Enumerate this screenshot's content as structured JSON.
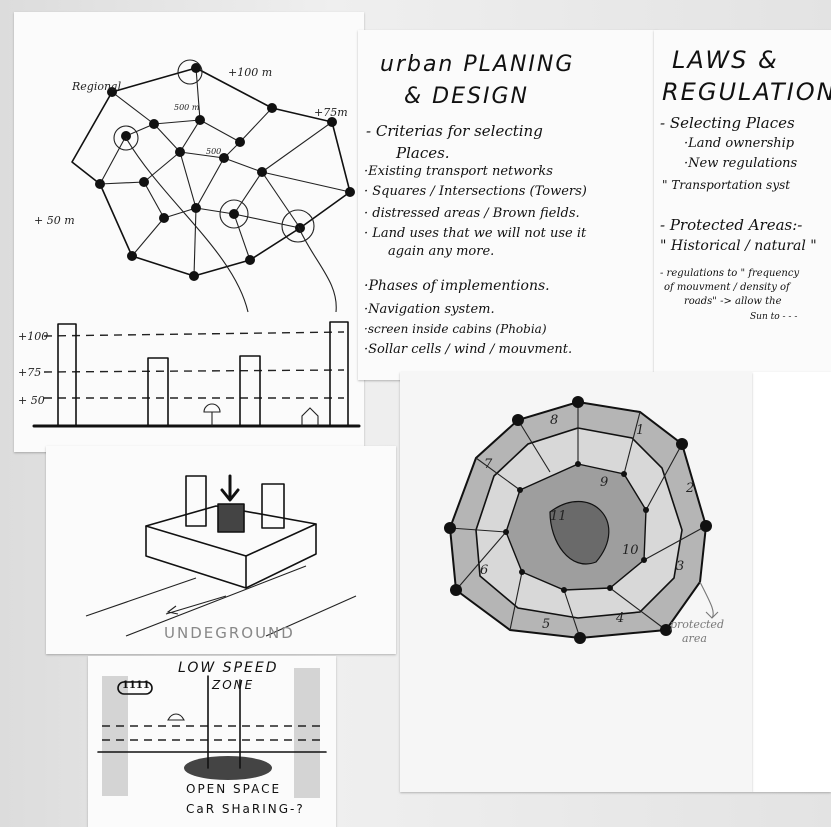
{
  "network_sketch": {
    "labels": {
      "regional": "Regional",
      "p100": "+100 m",
      "p75": "+75m",
      "p50": "+ 50 m",
      "d500": "500 m",
      "d500b": "500"
    }
  },
  "section_sketch": {
    "levels": [
      "+100",
      "+75",
      "+ 50"
    ]
  },
  "urban_note": {
    "title_line1": "urban PLANING",
    "title_line2": "& DESIGN",
    "lines": [
      "- Criterias for selecting",
      "Places.",
      "·Existing transport networks",
      "· Squares / Intersections (Towers)",
      "· distressed areas / Brown fields.",
      "· Land uses that we will not use it",
      "again any more.",
      "·Phases of implementions.",
      "·Navigation system.",
      "·screen inside cabins (Phobia)",
      "·Sollar cells / wind / mouvment."
    ]
  },
  "laws_note": {
    "title_line1": "LAWS &",
    "title_line2": "REGULATION",
    "lines": [
      "- Selecting Places",
      "·Land ownership",
      "·New regulations",
      "\" Transportation syst",
      "- Protected Areas:-",
      "\" Historical / natural \"",
      "- regulations to \" frequency",
      "of mouvment / density of",
      "roads\" -> allow the",
      "Sun to - - -"
    ]
  },
  "underground_sketch": {
    "caption": "UNDEGROUND"
  },
  "zone_sketch": {
    "title_line1": "LOW SPEED",
    "title_line2": "ZONE",
    "sign": "1111",
    "caption_line1": "OPEN SPACE",
    "caption_line2": "CaR SHaRING-?"
  },
  "circle_plan": {
    "sector_numbers": [
      "1",
      "2",
      "3",
      "4",
      "5",
      "6",
      "7",
      "8",
      "9",
      "10",
      "11"
    ],
    "protected_label_line1": "protected",
    "protected_label_line2": "area"
  }
}
